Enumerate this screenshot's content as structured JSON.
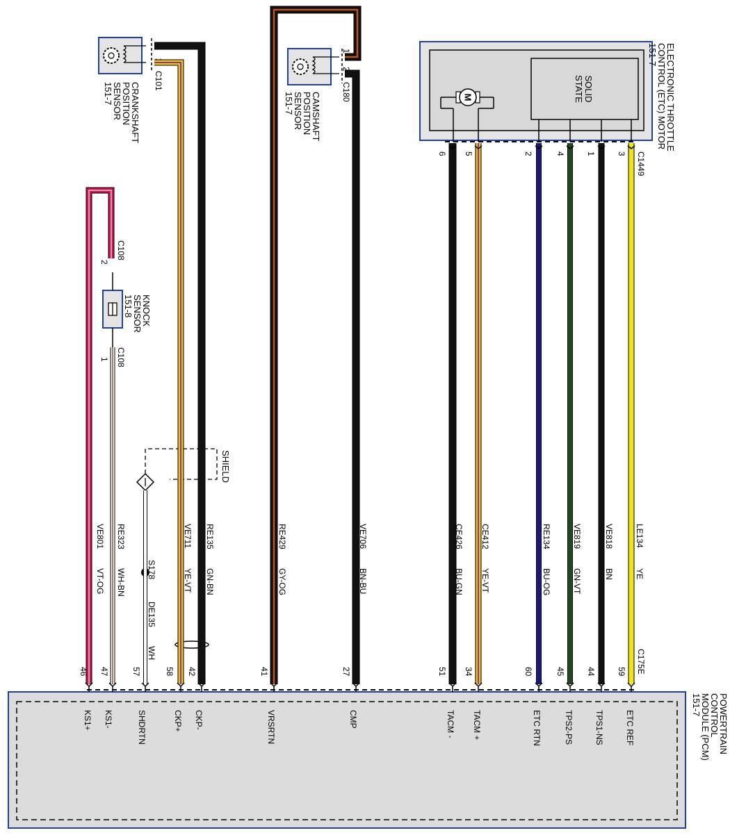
{
  "pcm": {
    "title": [
      "POWERTRAIN",
      "CONTROL",
      "MODULE (PCM)",
      "151-7"
    ],
    "box_fill": "#dcdcdc",
    "box_border": "#1f3fa8"
  },
  "etc_motor": {
    "title": [
      "ELECTRONIC THROTTLE",
      "CONTROL (ETC) MOTOR",
      "151-7"
    ],
    "solid_state": [
      "SOLID",
      "STATE"
    ],
    "motor_symbol": "M",
    "connector": "C1449"
  },
  "components": {
    "ckp": {
      "lines": [
        "CRANKSHAFT",
        "POSITION",
        "SENSOR",
        "151-7"
      ],
      "connector": "C101",
      "pins": [
        "1",
        "2"
      ]
    },
    "cmp": {
      "lines": [
        "CAMSHAFT",
        "POSITION",
        "SENSOR",
        "151-7"
      ],
      "connector": "C180",
      "pins": [
        "1",
        "2"
      ]
    },
    "knock": {
      "lines": [
        "KNOCK",
        "SENSOR",
        "151-8"
      ],
      "connector_top": "C108",
      "connector_bottom": "C108",
      "pin_top": "2",
      "pin_bottom": "1"
    },
    "shield_label": "SHIELD",
    "splice": "S178",
    "pcm_connector": "C175E"
  },
  "wires": [
    {
      "id": "ks-plus",
      "pin": "46",
      "circuit": "VE801",
      "color_code": "VT-OG",
      "signal": "KS1+",
      "color": "#c8174f",
      "stripe": "#d9a0b0"
    },
    {
      "id": "ks-minus",
      "pin": "47",
      "circuit": "RE323",
      "color_code": "WH-BN",
      "signal": "KS1-",
      "color": "#ffffff",
      "stripe": "#7a4a2a"
    },
    {
      "id": "shdrtn",
      "pin": "57",
      "circuit": "DE135",
      "color_code": "WH",
      "signal": "SHDRTN",
      "color": "#ffffff",
      "stripe": ""
    },
    {
      "id": "ckp-plus",
      "pin": "58",
      "circuit": "VE711",
      "color_code": "YE-VT",
      "signal": "CKP+",
      "color": "#f2c21b",
      "stripe": "#7b3f9a"
    },
    {
      "id": "ckp-minus",
      "pin": "42",
      "circuit": "RE135",
      "color_code": "GN-BN",
      "signal": "CKP-",
      "color": "#111111",
      "stripe": ""
    },
    {
      "id": "vrsrtn",
      "pin": "41",
      "circuit": "RE429",
      "color_code": "GY-OG",
      "signal": "VRSRTN",
      "color": "#111111",
      "stripe": "#c0502a"
    },
    {
      "id": "cmp",
      "pin": "27",
      "circuit": "VE706",
      "color_code": "BN-BU",
      "signal": "CMP",
      "color": "#111111",
      "stripe": ""
    },
    {
      "id": "tacm-minus",
      "pin": "51",
      "circuit": "CE426",
      "color_code": "BU-GN",
      "signal": "TACM -",
      "color": "#111111",
      "stripe": "",
      "etc_pin": "6"
    },
    {
      "id": "tacm-plus",
      "pin": "34",
      "circuit": "CE412",
      "color_code": "YE-VT",
      "signal": "TACM +",
      "color": "#f2c21b",
      "stripe": "#7b3f9a",
      "etc_pin": "5"
    },
    {
      "id": "etc-rtn",
      "pin": "60",
      "circuit": "RE134",
      "color_code": "BU-OG",
      "signal": "ETC RTN",
      "color": "#1a1a7a",
      "stripe": "",
      "etc_pin": "2"
    },
    {
      "id": "tps2",
      "pin": "45",
      "circuit": "VE819",
      "color_code": "GN-VT",
      "signal": "TPS2-PS",
      "color": "#1f4a1f",
      "stripe": "",
      "etc_pin": "4"
    },
    {
      "id": "tps1",
      "pin": "44",
      "circuit": "VE818",
      "color_code": "BN",
      "signal": "TPS1-NS",
      "color": "#111111",
      "stripe": "",
      "etc_pin": "1"
    },
    {
      "id": "etc-ref",
      "pin": "59",
      "circuit": "LE134",
      "color_code": "YE",
      "signal": "ETC REF",
      "color": "#f4e21a",
      "stripe": "",
      "etc_pin": "3"
    }
  ]
}
